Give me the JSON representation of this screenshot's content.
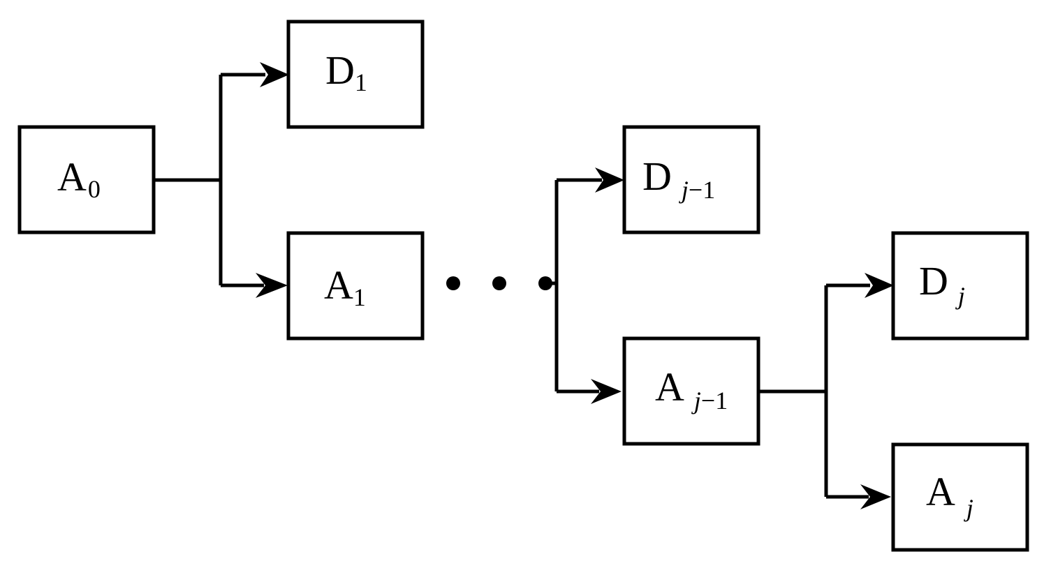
{
  "diagram": {
    "nodes": {
      "a0": {
        "letter": "A",
        "subscript": "0"
      },
      "d1": {
        "letter": "D",
        "subscript": "1"
      },
      "a1": {
        "letter": "A",
        "subscript": "1"
      },
      "dj_minus_1": {
        "letter": "D",
        "sub_var": "j",
        "sub_rest": "−1"
      },
      "aj_minus_1": {
        "letter": "A",
        "sub_var": "j",
        "sub_rest": "−1"
      },
      "dj": {
        "letter": "D",
        "sub_var": "j"
      },
      "aj": {
        "letter": "A",
        "sub_var": "j"
      }
    },
    "colors": {
      "stroke": "#000000",
      "background": "#ffffff"
    }
  }
}
